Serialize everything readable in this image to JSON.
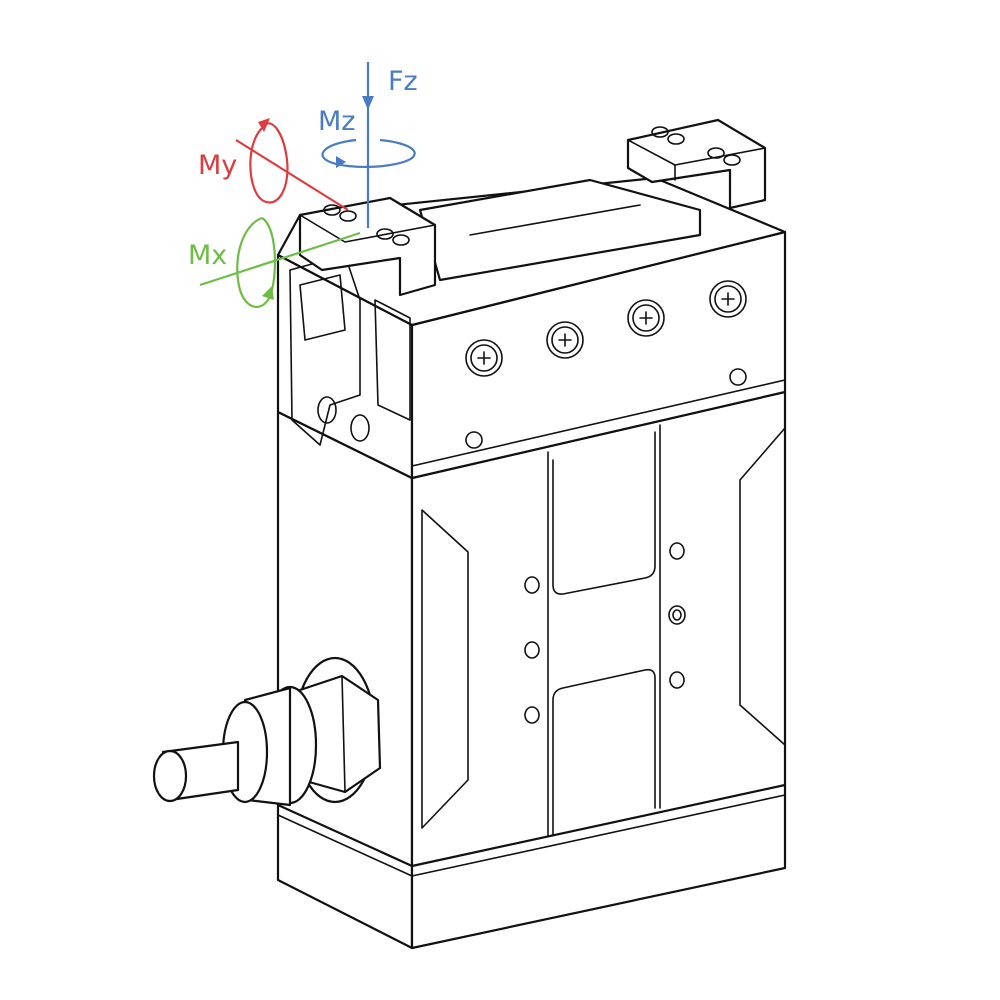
{
  "labels": {
    "fz": "Fz",
    "mz": "Mz",
    "my": "My",
    "mx": "Mx"
  },
  "colors": {
    "fz": "#4a7cc4",
    "mz": "#4a7cc4",
    "my": "#e03a3e",
    "mx": "#6dbd45",
    "outline": "#111111"
  }
}
